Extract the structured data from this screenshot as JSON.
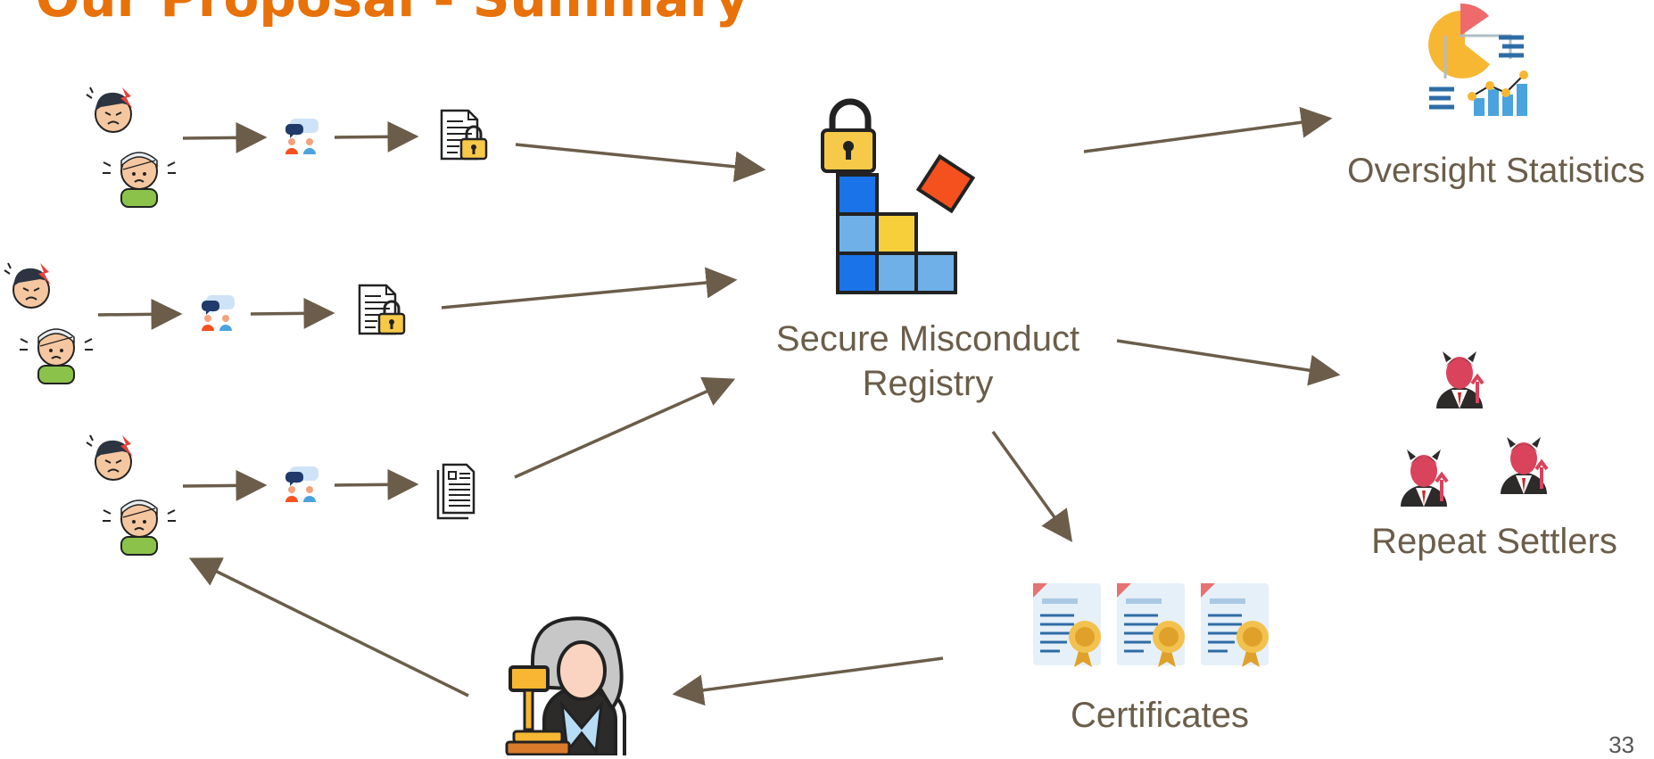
{
  "title": "Our Proposal - Summary",
  "registry_label_line1": "Secure Misconduct",
  "registry_label_line2": "Registry",
  "oversight_label": "Oversight Statistics",
  "settlers_label": "Repeat Settlers",
  "certificates_label": "Certificates",
  "page_number": "33",
  "colors": {
    "title": "#e8710a",
    "arrow": "#6b5d4a",
    "label": "#6b5d4a"
  }
}
